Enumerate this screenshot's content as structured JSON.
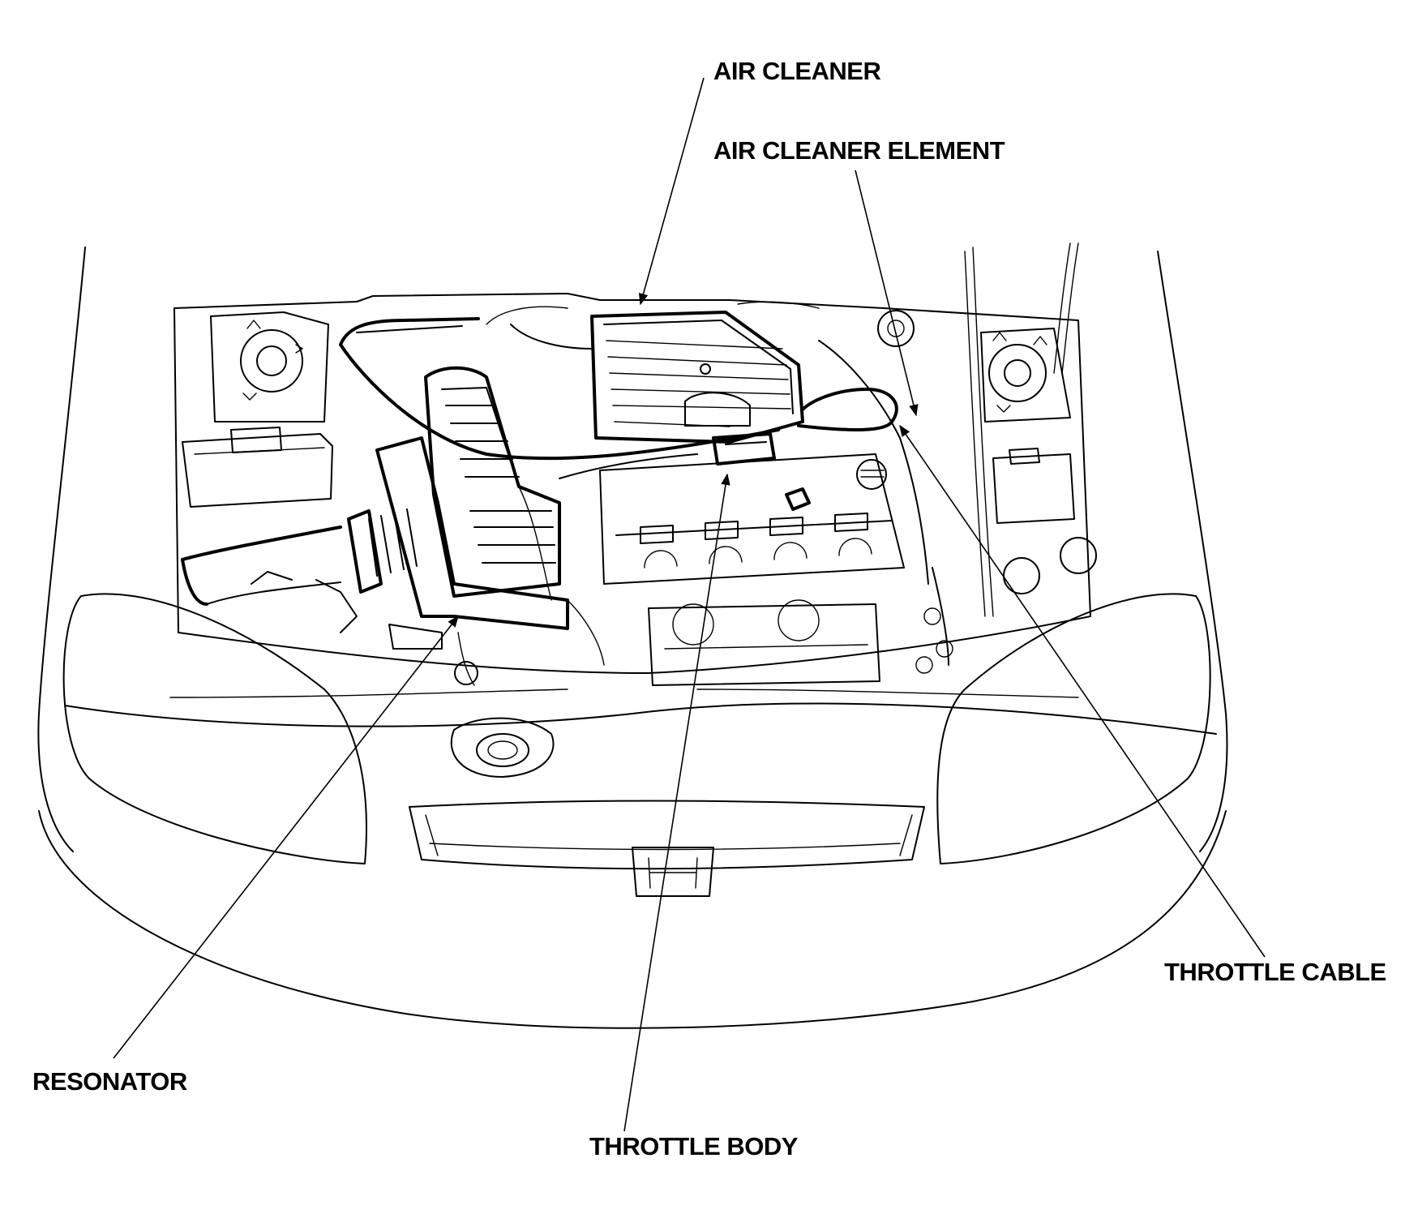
{
  "callouts": {
    "air_cleaner": "AIR CLEANER",
    "air_cleaner_element": "AIR CLEANER ELEMENT",
    "throttle_cable": "THROTTLE CABLE",
    "resonator": "RESONATOR",
    "throttle_body": "THROTTLE BODY"
  }
}
